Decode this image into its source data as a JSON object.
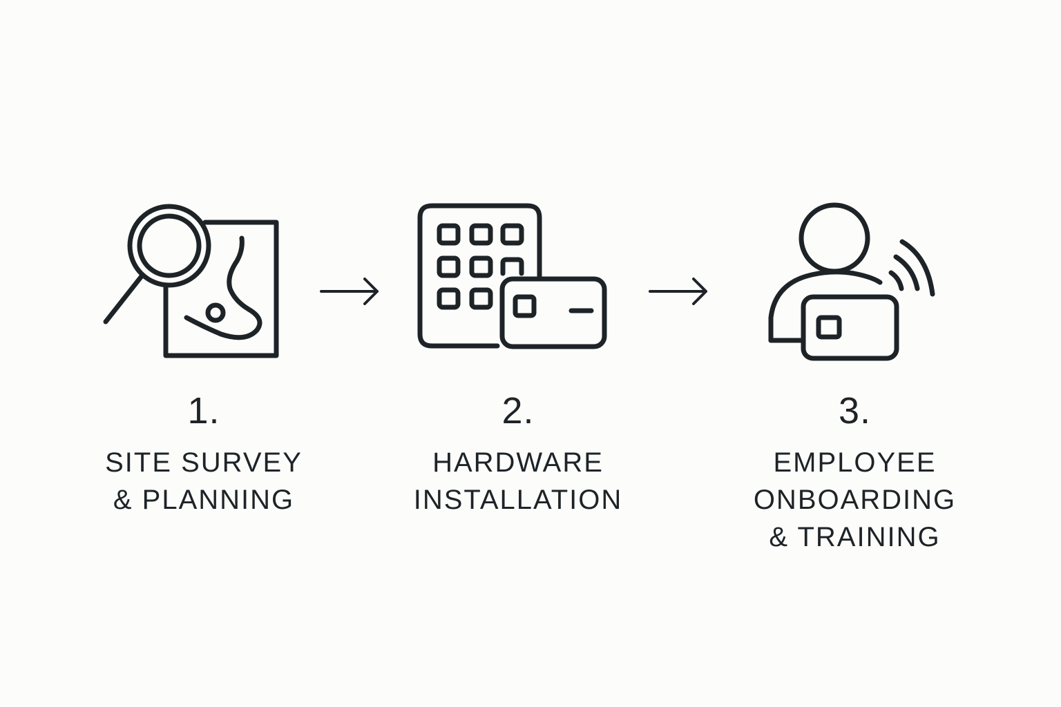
{
  "steps": [
    {
      "number": "1.",
      "label_lines": [
        "SITE SURVEY",
        "& PLANNING"
      ],
      "icon": "magnifier-over-map-icon"
    },
    {
      "number": "2.",
      "label_lines": [
        "HARDWARE",
        "INSTALLATION"
      ],
      "icon": "keypad-and-access-card-icon"
    },
    {
      "number": "3.",
      "label_lines": [
        "EMPLOYEE",
        "ONBOARDING",
        "& TRAINING"
      ],
      "icon": "person-with-wireless-badge-icon"
    }
  ],
  "connector_icon": "right-arrow-icon",
  "colors": {
    "background": "#fcfcfa",
    "ink": "#1d2327"
  }
}
